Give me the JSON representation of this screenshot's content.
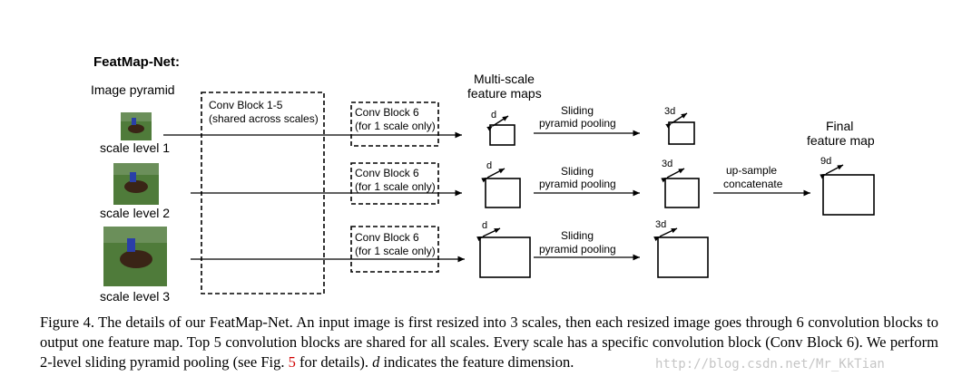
{
  "diagram": {
    "title": "FeatMap-Net:",
    "image_pyramid_label": "Image pyramid",
    "scale_levels": [
      "scale level 1",
      "scale level 2",
      "scale level 3"
    ],
    "shared_block": {
      "line1": "Conv Block 1-5",
      "line2": "(shared across scales)"
    },
    "conv6_block": {
      "line1": "Conv Block 6",
      "line2": "(for 1 scale only)"
    },
    "multiscale_label": {
      "line1": "Multi-scale",
      "line2": "feature maps"
    },
    "pooling_label": {
      "line1": "Sliding",
      "line2": "pyramid pooling"
    },
    "dim_d": "d",
    "dim_3d": "3d",
    "dim_9d": "9d",
    "upsample_label": {
      "line1": "up-sample",
      "line2": "concatenate"
    },
    "final_label": {
      "line1": "Final",
      "line2": "feature map"
    }
  },
  "caption": {
    "prefix": "Figure 4. The details of our FeatMap-Net. An input image is first resized into 3 scales, then each resized image goes through 6 convolution blocks to output one feature map. Top 5 convolution blocks are shared for all scales. Every scale has a specific convolution block (Conv Block 6). We perform 2-level sliding pyramid pooling (see Fig. ",
    "fig_ref": "5",
    "middle": " for details). ",
    "d_symbol": "d",
    "suffix": " indicates the feature dimension."
  },
  "watermark": "http://blog.csdn.net/Mr_KkTian"
}
